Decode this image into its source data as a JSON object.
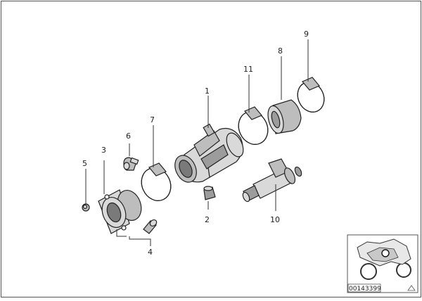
{
  "diagram": {
    "callouts": [
      {
        "id": "1",
        "label": "1"
      },
      {
        "id": "2",
        "label": "2"
      },
      {
        "id": "3",
        "label": "3"
      },
      {
        "id": "4",
        "label": "4"
      },
      {
        "id": "5",
        "label": "5"
      },
      {
        "id": "6",
        "label": "6"
      },
      {
        "id": "7",
        "label": "7"
      },
      {
        "id": "8",
        "label": "8"
      },
      {
        "id": "9",
        "label": "9"
      },
      {
        "id": "10",
        "label": "10"
      },
      {
        "id": "11",
        "label": "11"
      }
    ],
    "thumbnail": {
      "code": "00143399"
    }
  }
}
